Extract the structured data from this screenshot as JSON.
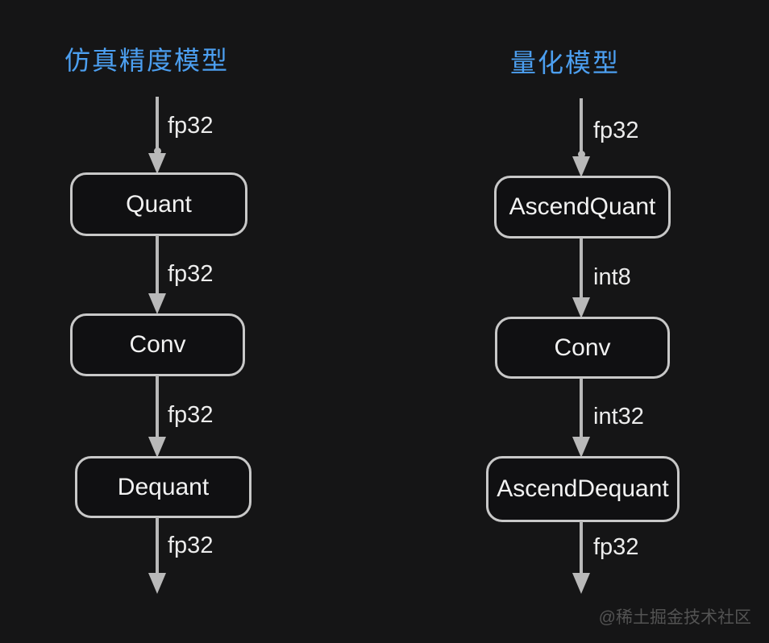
{
  "colors": {
    "bg": "#151516",
    "title_blue": "#4c9ff0",
    "arrow_gray": "#b9b9b9",
    "border_gray": "#c8c8c8",
    "node_bg": "#101012",
    "text_white": "#f2f2f2",
    "label_white": "#ececec",
    "watermark_gray": "#535353"
  },
  "left_flow": {
    "title": "仿真精度模型",
    "nodes": [
      {
        "label": "Quant"
      },
      {
        "label": "Conv"
      },
      {
        "label": "Dequant"
      }
    ],
    "edges": [
      {
        "label": "fp32"
      },
      {
        "label": "fp32"
      },
      {
        "label": "fp32"
      },
      {
        "label": "fp32"
      }
    ]
  },
  "right_flow": {
    "title": "量化模型",
    "nodes": [
      {
        "label": "AscendQuant"
      },
      {
        "label": "Conv"
      },
      {
        "label": "AscendDequant"
      }
    ],
    "edges": [
      {
        "label": "fp32"
      },
      {
        "label": "int8"
      },
      {
        "label": "int32"
      },
      {
        "label": "fp32"
      }
    ]
  },
  "watermark": "@稀土掘金技术社区"
}
